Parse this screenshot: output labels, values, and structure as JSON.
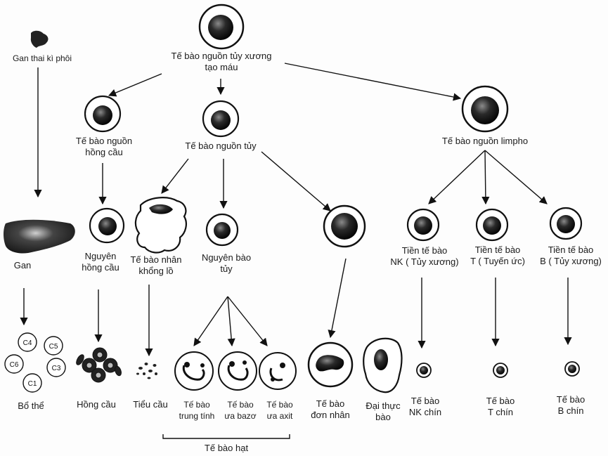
{
  "nodes": {
    "gan_thai_ki_phoi": [
      "Gan thai kì phôi"
    ],
    "hsc": [
      "Tế bào nguồn tủy xương",
      "tạo máu"
    ],
    "erythroid_progenitor": [
      "Tế bào nguồn",
      "hồng cầu"
    ],
    "myeloid_progenitor": [
      "Tế bào nguồn tủy"
    ],
    "lymphoid_progenitor": [
      "Tế bào nguồn limpho"
    ],
    "liver": [
      "Gan"
    ],
    "erythroblast": [
      "Nguyên",
      "hồng cầu"
    ],
    "megakaryocyte": [
      "Tế bào nhân",
      "khổng lồ"
    ],
    "myeloblast": [
      "Nguyên bào",
      "tủy"
    ],
    "pre_nk": [
      "Tiền tế bào",
      "NK ( Tủy xương)"
    ],
    "pre_t": [
      "Tiền tế bào",
      "T ( Tuyến ức)"
    ],
    "pre_b": [
      "Tiền tế bào",
      "B ( Tủy xương)"
    ],
    "complement": [
      "Bổ thể"
    ],
    "red_cells": [
      "Hồng cầu"
    ],
    "platelets": [
      "Tiểu cầu"
    ],
    "neutrophil": [
      "Tế bào",
      "trung tính"
    ],
    "basophil": [
      "Tế bào",
      "ưa bazơ"
    ],
    "eosinophil": [
      "Tế bào",
      "ưa axit"
    ],
    "monocyte": [
      "Tế bào",
      "đơn nhân"
    ],
    "macrophage": [
      "Đại thực",
      "bào"
    ],
    "nk_mature": [
      "Tế bào",
      "NK chín"
    ],
    "t_mature": [
      "Tế bào",
      "T chín"
    ],
    "b_mature": [
      "Tế bào",
      "B chín"
    ],
    "granulocytes": [
      "Tế bào hạt"
    ]
  },
  "complement_components": [
    "C4",
    "C5",
    "C6",
    "C3",
    "C1"
  ]
}
